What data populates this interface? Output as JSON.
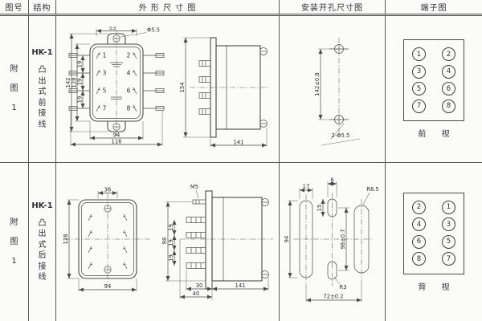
{
  "header": {
    "col_figure": "图号",
    "col_structure": "结构",
    "col_outline": "外 形 尺 寸 图",
    "col_mounting": "安装开孔尺寸图",
    "col_terminal": "端子图"
  },
  "rows": [
    {
      "figure_no": "附\n图\n1",
      "model": "HK-1",
      "structure": "凸\n出\n式\n前\n接\n线",
      "front": {
        "dim_top": "53",
        "dim_hole": "Φ5.5",
        "dim_h_outer": "142",
        "dim_h_inner": "128",
        "pitch": "19",
        "dim_w_inner": "94",
        "dim_w_outer": "116",
        "terminals": [
          "1",
          "2",
          "3",
          "4",
          "5",
          "6",
          "7",
          "8"
        ]
      },
      "side": {
        "dim_h": "154",
        "dim_d": "141"
      },
      "mounting": {
        "dim_v": "142±0.8",
        "holes": "2-Φ5.5"
      },
      "terminal": {
        "left": [
          "1",
          "3",
          "5",
          "7"
        ],
        "right": [
          "2",
          "4",
          "6",
          "8"
        ],
        "caption": "前 视"
      }
    },
    {
      "figure_no": "附\n图\n1",
      "model": "HK-1",
      "structure": "凸\n出\n式\n后\n接\n线",
      "rear": {
        "dim_top": "36",
        "dim_h": "128",
        "dim_w": "94"
      },
      "side": {
        "thread": "M5",
        "dim_h": "98",
        "pitch": "19",
        "dim_t30": "30",
        "dim_t40": "40",
        "dim_d": "141"
      },
      "mounting": {
        "w_left": "17",
        "w_mid": "6",
        "h_mid": "15",
        "h_left": "94",
        "pitch_mid": "98±0.7",
        "r_right": "R8.5",
        "r_mid": "R3",
        "span": "72±0.2"
      },
      "terminal": {
        "left": [
          "2",
          "4",
          "6",
          "8"
        ],
        "right": [
          "1",
          "3",
          "5",
          "7"
        ],
        "caption": "背 视"
      }
    }
  ]
}
